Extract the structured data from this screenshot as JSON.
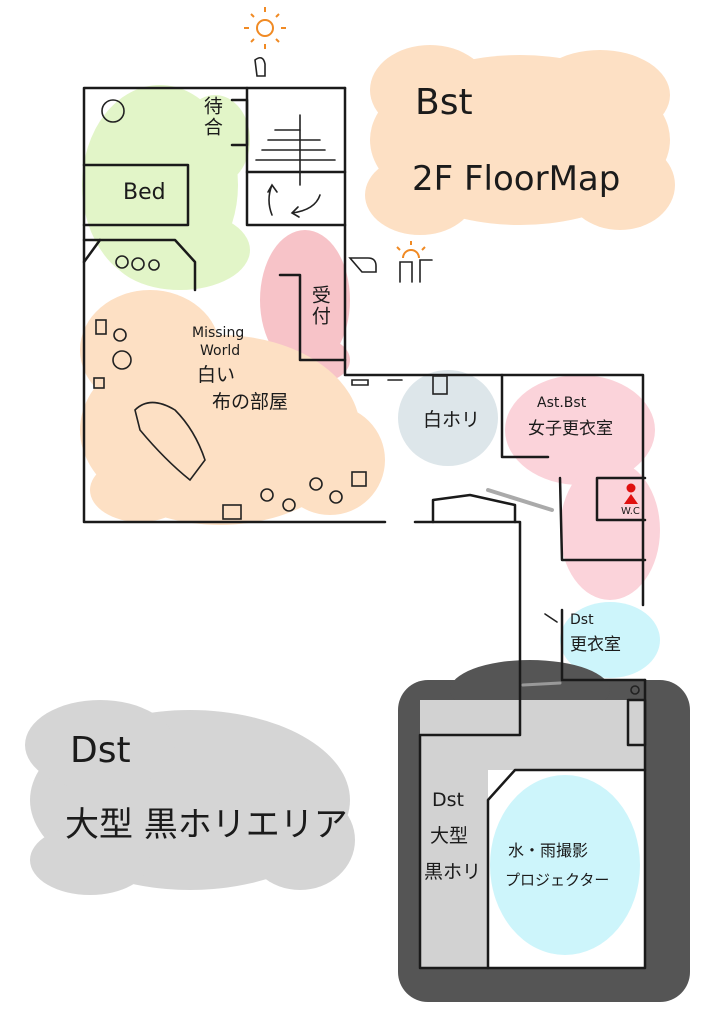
{
  "title": {
    "line1": "Bst",
    "line2": "2F FloorMap"
  },
  "area_label": {
    "line1": "Dst",
    "line2": "大型 黒ホリエリア"
  },
  "rooms": {
    "waiting": "待合",
    "bed": "Bed",
    "reception": "受付",
    "missing_world": {
      "line1": "Missing",
      "line2": "World",
      "line3": "白い",
      "line4": "布の部屋"
    },
    "white_horizon": "白ホリ",
    "women_locker": {
      "line1": "Ast.Bst",
      "line2": "女子更衣室"
    },
    "wc": "W.C",
    "dst_locker": {
      "line1": "Dst",
      "line2": "更衣室"
    },
    "dst_black": {
      "line1": "Dst",
      "line2": "大型",
      "line3": "黒ホリ"
    },
    "projector": {
      "line1": "水・雨撮影",
      "line2": "プロジェクター"
    }
  },
  "icons": [
    "sun-icon",
    "pointing-hand-icon",
    "toilet-icon"
  ],
  "colors": {
    "orange": "#fde0c4",
    "green": "#e2f5c8",
    "pink": "#fbd3da",
    "reception_pink": "#f7c3c8",
    "bluegrey": "#dde6ea",
    "lightblue": "#cdf5fb",
    "grey": "#d5d5d5",
    "darkgrey": "#555555",
    "sun": "#f08a24",
    "wc_red": "#e01010"
  }
}
